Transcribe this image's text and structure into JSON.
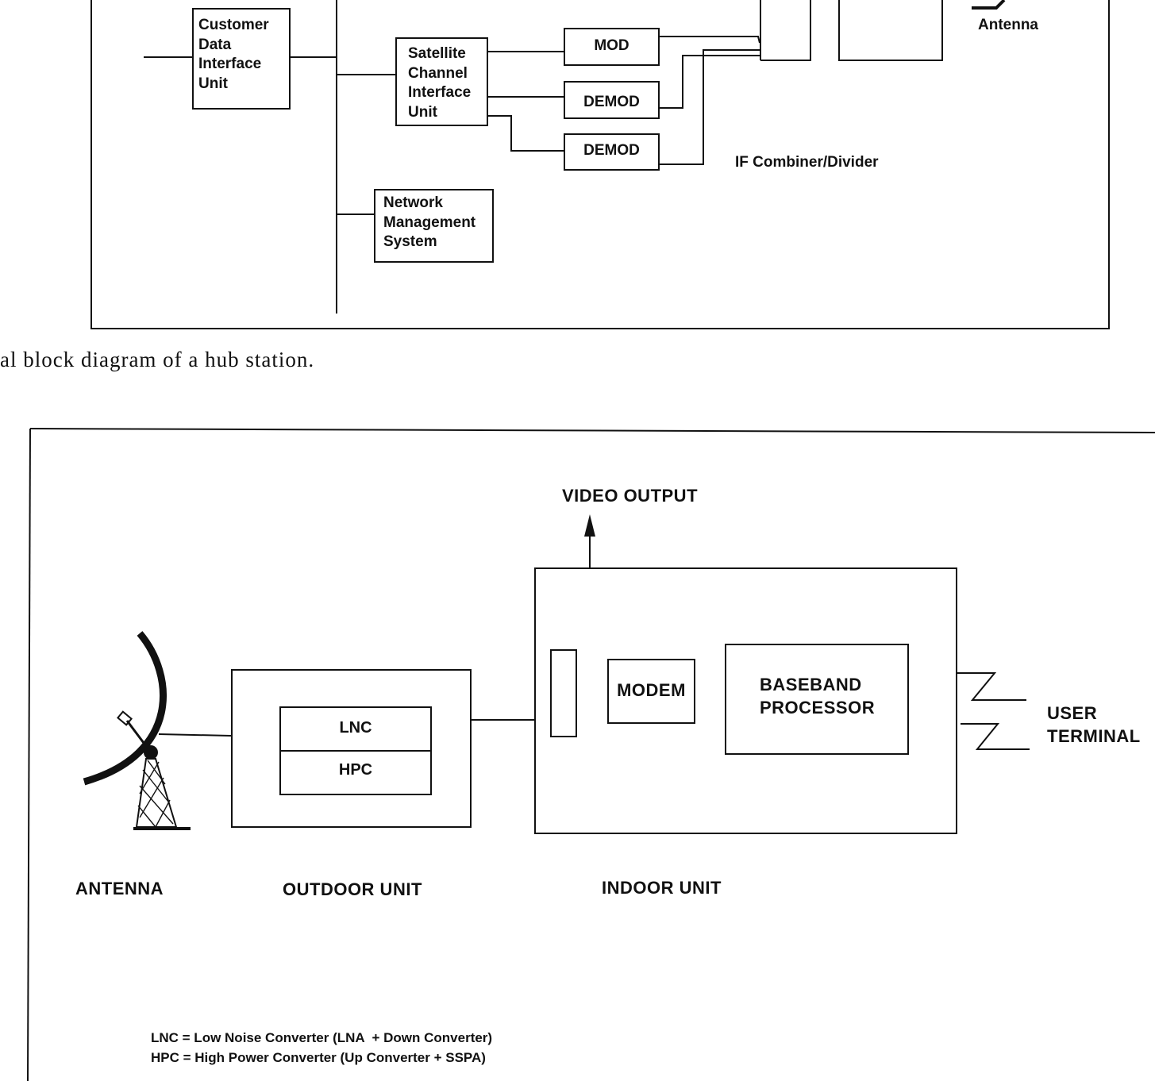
{
  "hub_diagram": {
    "customer_data_interface_unit": "Customer\nData\nInterface\nUnit",
    "satellite_channel_interface_unit": "Satellite\nChannel\nInterface\nUnit",
    "network_management_system": "Network\nManagement\nSystem",
    "mod": "MOD",
    "demod_1": "DEMOD",
    "demod_2": "DEMOD",
    "if_combiner_divider": "IF Combiner/Divider",
    "antenna": "Antenna"
  },
  "caption": "al block diagram of a hub station.",
  "terminal_diagram": {
    "video_output": "VIDEO OUTPUT",
    "modem": "MODEM",
    "baseband_processor": "BASEBAND\nPROCESSOR",
    "lnc": "LNC",
    "hpc": "HPC",
    "user_terminal": "USER\nTERMINAL",
    "antenna_label": "ANTENNA",
    "outdoor_unit_label": "OUTDOOR UNIT",
    "indoor_unit_label": "INDOOR UNIT",
    "legend_lnc": "LNC = Low Noise Converter (LNA  + Down Converter)",
    "legend_hpc": "HPC = High Power Converter (Up Converter + SSPA)"
  }
}
